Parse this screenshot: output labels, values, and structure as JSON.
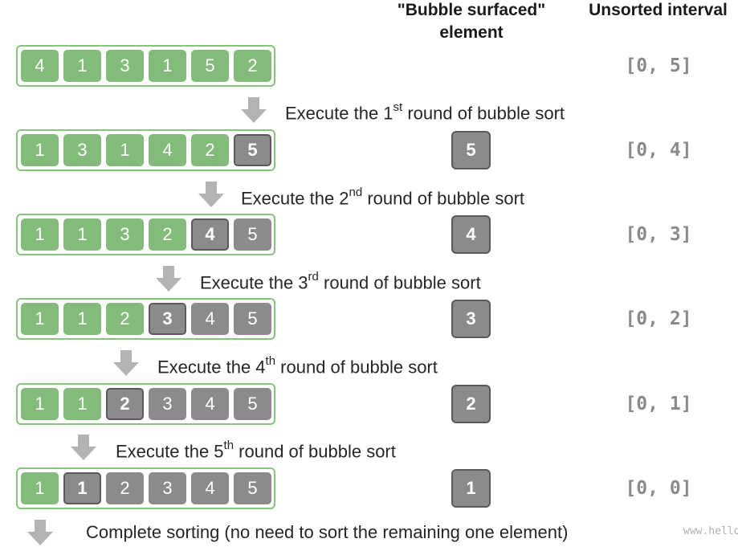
{
  "headers": {
    "bubble_line1": "\"Bubble surfaced\"",
    "bubble_line2": "element",
    "interval": "Unsorted interval"
  },
  "rows": [
    {
      "values": [
        "4",
        "1",
        "3",
        "1",
        "5",
        "2"
      ],
      "states": [
        "u",
        "u",
        "u",
        "u",
        "u",
        "u"
      ],
      "surfaced": "",
      "interval": "[0, 5]"
    },
    {
      "values": [
        "1",
        "3",
        "1",
        "4",
        "2",
        "5"
      ],
      "states": [
        "u",
        "u",
        "u",
        "u",
        "u",
        "b"
      ],
      "surfaced": "5",
      "interval": "[0, 4]"
    },
    {
      "values": [
        "1",
        "1",
        "3",
        "2",
        "4",
        "5"
      ],
      "states": [
        "u",
        "u",
        "u",
        "u",
        "b",
        "s"
      ],
      "surfaced": "4",
      "interval": "[0, 3]"
    },
    {
      "values": [
        "1",
        "1",
        "2",
        "3",
        "4",
        "5"
      ],
      "states": [
        "u",
        "u",
        "u",
        "b",
        "s",
        "s"
      ],
      "surfaced": "3",
      "interval": "[0, 2]"
    },
    {
      "values": [
        "1",
        "1",
        "2",
        "3",
        "4",
        "5"
      ],
      "states": [
        "u",
        "u",
        "b",
        "s",
        "s",
        "s"
      ],
      "surfaced": "2",
      "interval": "[0, 1]"
    },
    {
      "values": [
        "1",
        "1",
        "2",
        "3",
        "4",
        "5"
      ],
      "states": [
        "u",
        "b",
        "s",
        "s",
        "s",
        "s"
      ],
      "surfaced": "1",
      "interval": "[0, 0]"
    }
  ],
  "steps": [
    {
      "pre": "Execute the 1",
      "sup": "st",
      "post": " round of bubble sort"
    },
    {
      "pre": "Execute the 2",
      "sup": "nd",
      "post": " round of bubble sort"
    },
    {
      "pre": "Execute the 3",
      "sup": "rd",
      "post": " round of bubble sort"
    },
    {
      "pre": "Execute the 4",
      "sup": "th",
      "post": " round of bubble sort"
    },
    {
      "pre": "Execute the 5",
      "sup": "th",
      "post": " round of bubble sort"
    },
    {
      "pre": "Complete sorting (no need to sort the remaining one element)",
      "sup": "",
      "post": ""
    }
  ],
  "watermark": "www.hello-algo.com",
  "colors": {
    "unsorted": "#83bb7a",
    "sorted": "#8b8b8b",
    "bubble_border": "#5a5a5a",
    "row_border": "#86c47e",
    "arrow": "#b3b3b3"
  },
  "icons": {
    "step_arrow": "down-arrow-icon"
  }
}
